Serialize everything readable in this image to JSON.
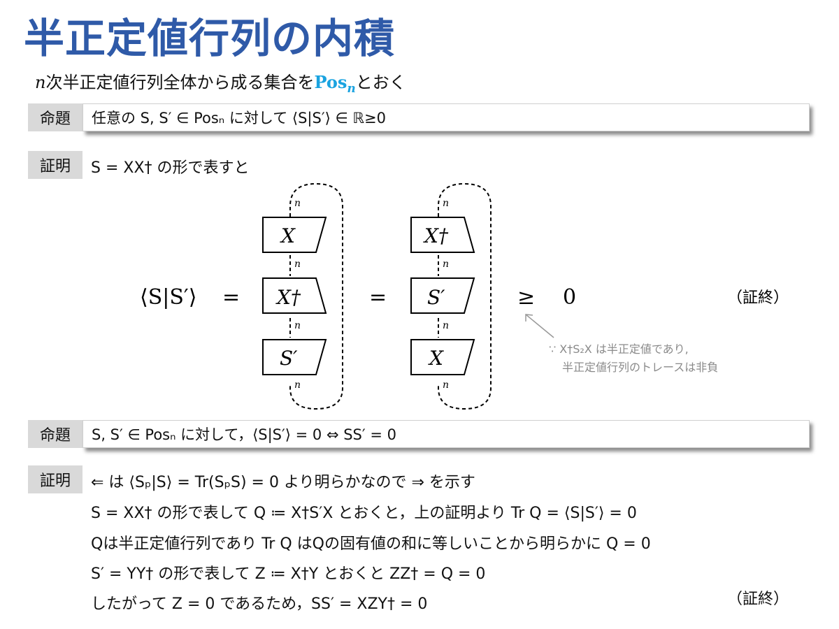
{
  "title": "半正定値行列の内積",
  "intro": {
    "var": "n",
    "text": "次半正定値行列全体から成る集合を",
    "pos": "Pos",
    "sub": "n",
    "tail": "とおく"
  },
  "prop1": {
    "tag": "命題",
    "text": "任意の S, S′ ∈ Posₙ に対して ⟨S|S′⟩ ∈ ℝ≥0"
  },
  "proof1": {
    "tag": "証明",
    "text": "S = XX† の形で表すと"
  },
  "diagram": {
    "lhs": "⟨S|S′⟩",
    "eq": "=",
    "ge": "≥",
    "zero": "0",
    "wire_label": "n",
    "left_boxes": [
      "X",
      "X†",
      "S′"
    ],
    "right_boxes": [
      "X†",
      "S′",
      "X"
    ],
    "note_line1": "∵ X†S₂X は半正定値であり,",
    "note_line2": "半正定値行列のトレースは非負",
    "qed": "（証終）"
  },
  "prop2": {
    "tag": "命題",
    "text": "S, S′ ∈ Posₙ に対して，⟨S|S′⟩ = 0  ⇔  SS′ = 0"
  },
  "proof2": {
    "tag": "証明",
    "lines": [
      "⇐ は ⟨Sₚ|S⟩ = Tr(SₚS) = 0 より明らかなので ⇒ を示す",
      "S = XX† の形で表して Q ≔ X†S′X とおくと，上の証明より Tr Q = ⟨S|S′⟩ = 0",
      "Qは半正定値行列であり Tr Q はQの固有値の和に等しいことから明らかに Q = 0",
      "S′ = YY† の形で表して Z ≔ X†Y とおくと ZZ† = Q = 0",
      "したがって Z = 0 であるため，SS′ = XZY† = 0"
    ],
    "qed": "（証終）"
  }
}
